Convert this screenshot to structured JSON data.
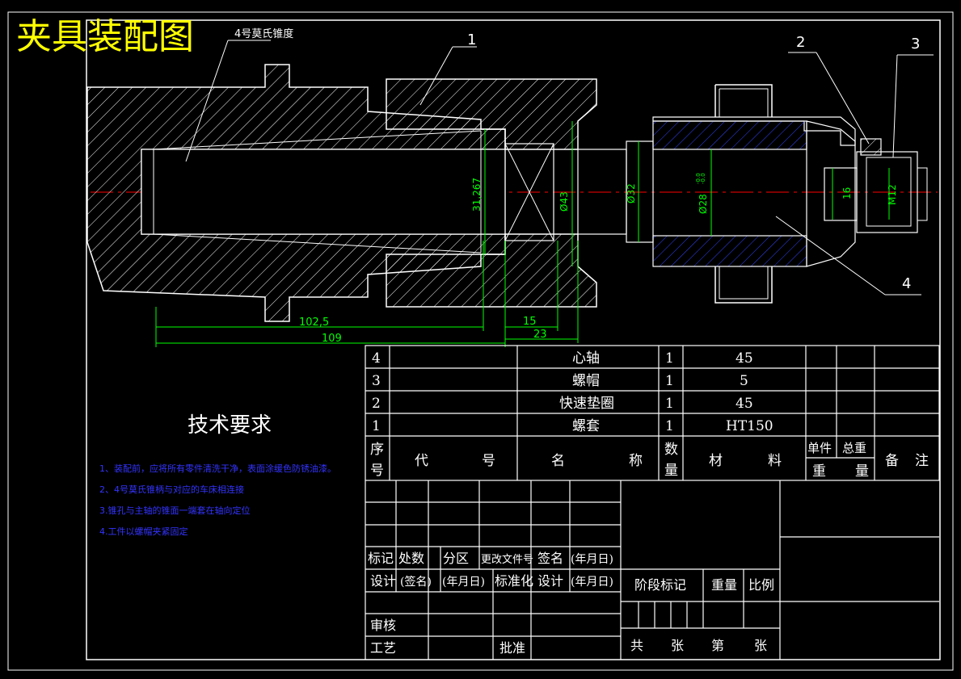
{
  "title": "夹具装配图",
  "labels": {
    "morse_taper": "4号莫氏锥度",
    "leader_1": "1",
    "leader_2": "2",
    "leader_3": "3",
    "leader_4": "4"
  },
  "dimensions": {
    "d_31267": "31,267",
    "d_43": "Ø43",
    "d_32": "Ø32",
    "d_28": "Ø28",
    "d_28_tol_upper": "-0.0",
    "d_28_tol_lower": "-0.0",
    "d_16": "16",
    "d_m12": "M12",
    "len_1025": "102,5",
    "len_109": "109",
    "len_15": "15",
    "len_23": "23"
  },
  "tech_requirements": {
    "heading": "技术要求",
    "items": [
      "1、装配前，应将所有零件清洗干净，表面涂缓色防锈油漆。",
      "2、4号莫氏锥柄与对应的车床相连接",
      "3.锥孔与主轴的锥面一端套在轴向定位",
      "4.工件以螺帽夹紧固定"
    ]
  },
  "parts_list": {
    "rows": [
      {
        "no": "4",
        "code": "",
        "name": "心轴",
        "qty": "1",
        "material": "45"
      },
      {
        "no": "3",
        "code": "",
        "name": "螺帽",
        "qty": "1",
        "material": "5"
      },
      {
        "no": "2",
        "code": "",
        "name": "快速垫圈",
        "qty": "1",
        "material": "45"
      },
      {
        "no": "1",
        "code": "",
        "name": "螺套",
        "qty": "1",
        "material": "HT150"
      }
    ],
    "header": {
      "no_a": "序",
      "no_b": "号",
      "code_a": "代",
      "code_b": "号",
      "name_a": "名",
      "name_b": "称",
      "qty_a": "数",
      "qty_b": "量",
      "mat_a": "材",
      "mat_b": "料",
      "unit_wt": "单件",
      "total_wt": "总重",
      "wt_a": "重",
      "wt_b": "量",
      "remark_a": "备",
      "remark_b": "注"
    }
  },
  "title_block": {
    "mark": "标记",
    "count": "处数",
    "zone": "分区",
    "change_doc": "更改文件号",
    "sign": "签名",
    "date": "(年月日)",
    "design": "设计",
    "sign2": "(签名)",
    "date2": "(年月日)",
    "standard": "标准化",
    "design2": "设计",
    "date3": "(年月日)",
    "stage": "阶段标记",
    "weight": "重量",
    "scale": "比例",
    "review": "审核",
    "process": "工艺",
    "approve": "批准",
    "total_a": "共",
    "total_b": "张",
    "sheet_a": "第",
    "sheet_b": "张"
  },
  "colors": {
    "outline": "#ffffff",
    "hatch": "#ffffff",
    "centerline": "#ff0000",
    "dimension": "#00ff00",
    "title": "#ffff00",
    "notes": "#3333ff"
  }
}
